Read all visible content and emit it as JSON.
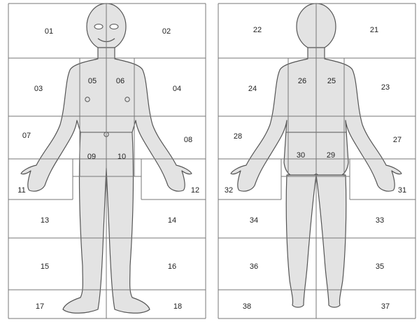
{
  "front": {
    "zones": [
      "01",
      "02",
      "03",
      "04",
      "05",
      "06",
      "07",
      "08",
      "09",
      "10",
      "11",
      "12",
      "13",
      "14",
      "15",
      "16",
      "17",
      "18"
    ]
  },
  "back": {
    "zones": [
      "22",
      "21",
      "24",
      "23",
      "26",
      "25",
      "28",
      "27",
      "30",
      "29",
      "32",
      "31",
      "34",
      "33",
      "36",
      "35",
      "38",
      "37"
    ]
  },
  "colors": {
    "body_fill": "#e3e3e3",
    "outline": "#555555",
    "grid": "#777777",
    "background": "#ffffff"
  }
}
